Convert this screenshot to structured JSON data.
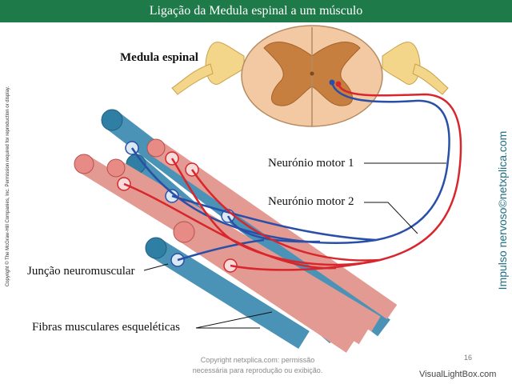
{
  "title": "Ligação da Medula espinal a um músculo",
  "labels": {
    "spinal_cord": "Medula espinal",
    "motor_neuron_1": "Neurónio motor 1",
    "motor_neuron_2": "Neurónio motor 2",
    "junction": "Junção neuromuscular",
    "fibers": "Fibras musculares esqueléticas"
  },
  "side_copyright": "Copyright © The McGraw-Hill Companies, Inc. Permission required for reproduction or display.",
  "side_brand": "Impulso nervoso©netxplica.com",
  "footer": {
    "line1": "Copyright netxplica.com: permissão",
    "line2": "necessária para reprodução ou exibição."
  },
  "page_number": "16",
  "watermark": "VisualLightBox.com",
  "colors": {
    "title_bar": "#1f7a4a",
    "neuron_1": "#2a4fa8",
    "neuron_2": "#d8262c",
    "blue_fiber": "#4a93b6",
    "red_fiber": "#e39a92",
    "gray_matter": "#c77f3f",
    "white_matter": "#f2c9a3",
    "nerve": "#f3d68a"
  }
}
